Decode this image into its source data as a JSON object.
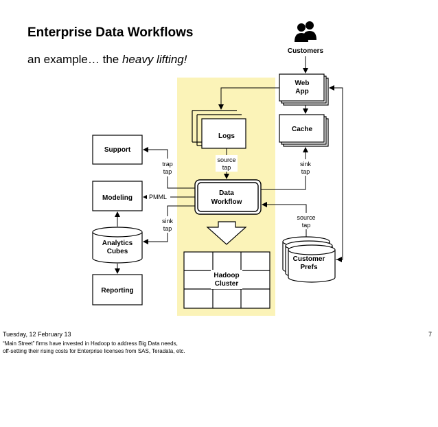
{
  "slide": {
    "title": "Enterprise Data Workflows",
    "subtitle_prefix": "an example… the ",
    "subtitle_emphasis": "heavy lifting!",
    "page_number": "7"
  },
  "diagram": {
    "customers": "Customers",
    "web_app": [
      "Web",
      "App"
    ],
    "cache": "Cache",
    "logs": "Logs",
    "support": "Support",
    "modeling": "Modeling",
    "analytics_cubes": [
      "Analytics",
      "Cubes"
    ],
    "reporting": "Reporting",
    "data_workflow": [
      "Data",
      "Workflow"
    ],
    "hadoop_cluster": [
      "Hadoop",
      "Cluster"
    ],
    "customer_prefs": [
      "Customer",
      "Prefs"
    ],
    "trap_tap": [
      "trap",
      "tap"
    ],
    "source_tap_logs": [
      "source",
      "tap"
    ],
    "sink_tap_cache": [
      "sink",
      "tap"
    ],
    "sink_tap_modeling": [
      "sink",
      "tap"
    ],
    "source_tap_prefs": [
      "source",
      "tap"
    ],
    "pmml": "PMML"
  },
  "footer": {
    "date": "Tuesday, 12 February 13",
    "notes": [
      "“Main Street” firms have invested in Hadoop to address Big Data needs,",
      "off-setting their rising costs for Enterprise licenses from SAS, Teradata, etc."
    ]
  },
  "colors": {
    "highlight": "#fbf3b8",
    "line": "#000000",
    "background": "#ffffff"
  }
}
